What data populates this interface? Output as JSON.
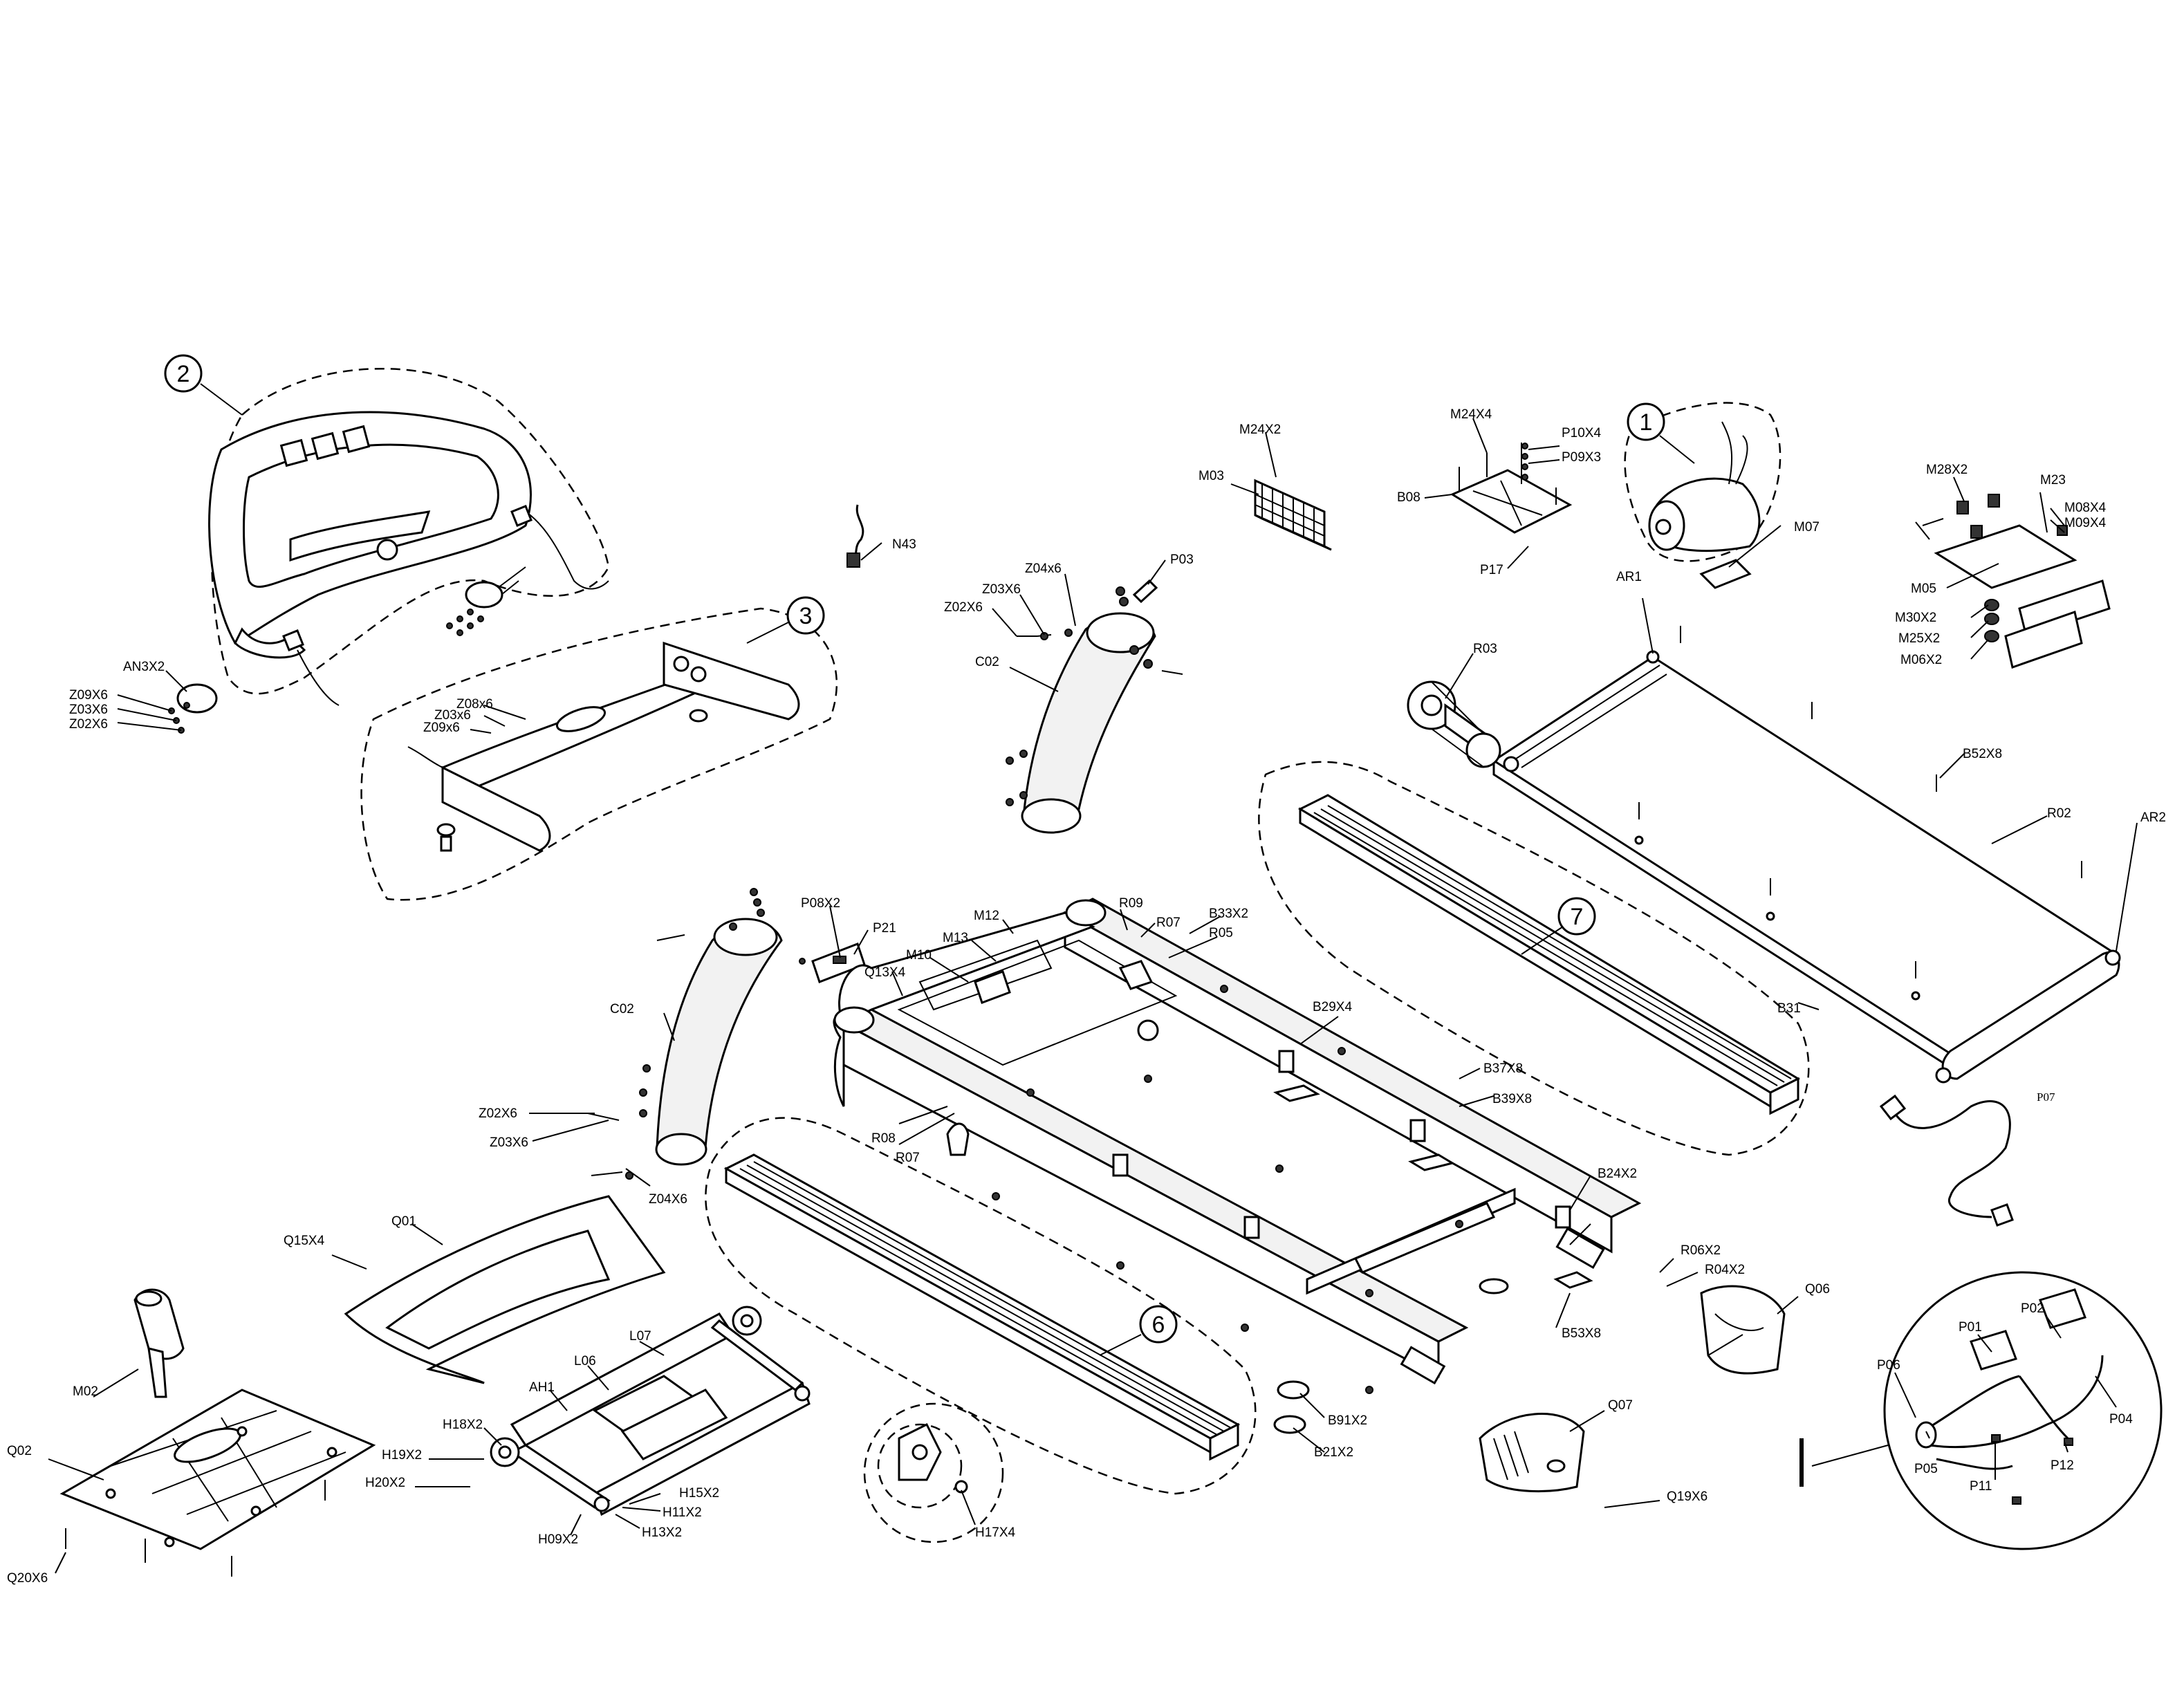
{
  "labels": {
    "c1": "1",
    "c2": "2",
    "c3": "3",
    "c6": "6",
    "c7": "7",
    "M24X2": "M24X2",
    "M03": "M03",
    "M24X4": "M24X4",
    "P10X4": "P10X4",
    "P09X3": "P09X3",
    "B08": "B08",
    "P17": "P17",
    "M07": "M07",
    "AR1": "AR1",
    "M28X2": "M28X2",
    "M23": "M23",
    "M08X4": "M08X4",
    "M09X4": "M09X4",
    "M05": "M05",
    "M30X2": "M30X2",
    "M25X2": "M25X2",
    "M06X2": "M06X2",
    "N43": "N43",
    "Z04x6": "Z04x6",
    "P03": "P03",
    "Z03X6a": "Z03X6",
    "Z02X6a": "Z02X6",
    "C02a": "C02",
    "R03": "R03",
    "B52X8": "B52X8",
    "R02": "R02",
    "AR2": "AR2",
    "AN3X2": "AN3X2",
    "Z09X6a": "Z09X6",
    "Z03X6b": "Z03X6",
    "Z02X6b": "Z02X6",
    "Z08x6": "Z08x6",
    "Z03x6": "Z03x6",
    "Z09x6": "Z09x6",
    "P08X2": "P08X2",
    "P21": "P21",
    "M12": "M12",
    "M13": "M13",
    "M10": "M10",
    "R09": "R09",
    "R07a": "R07",
    "B33X2": "B33X2",
    "R05": "R05",
    "Q13X4": "Q13X4",
    "C02b": "C02",
    "B29X4": "B29X4",
    "B31": "B31",
    "B37X8": "B37X8",
    "B39X8": "B39X8",
    "P07": "P07",
    "Z02X6c": "Z02X6",
    "Z03X6c": "Z03X6",
    "Z04X6": "Z04X6",
    "R08": "R08",
    "R07b": "R07",
    "B24X2": "B24X2",
    "R06X2": "R06X2",
    "R04X2": "R04X2",
    "B53X8": "B53X8",
    "Q06": "Q06",
    "Q15X4": "Q15X4",
    "Q01": "Q01",
    "L07": "L07",
    "L06": "L06",
    "AH1": "AH1",
    "M02": "M02",
    "Q02": "Q02",
    "H18X2": "H18X2",
    "H19X2": "H19X2",
    "H20X2": "H20X2",
    "H15X2": "H15X2",
    "H11X2": "H11X2",
    "H13X2": "H13X2",
    "H09X2": "H09X2",
    "Q20X6": "Q20X6",
    "H17X4": "H17X4",
    "B91X2": "B91X2",
    "B21X2": "B21X2",
    "Q07": "Q07",
    "Q19X6": "Q19X6",
    "P02": "P02",
    "P01": "P01",
    "P06": "P06",
    "P04": "P04",
    "P05": "P05",
    "P12": "P12",
    "P11": "P11"
  },
  "icons": [
    "treadmill-exploded-parts-diagram"
  ]
}
